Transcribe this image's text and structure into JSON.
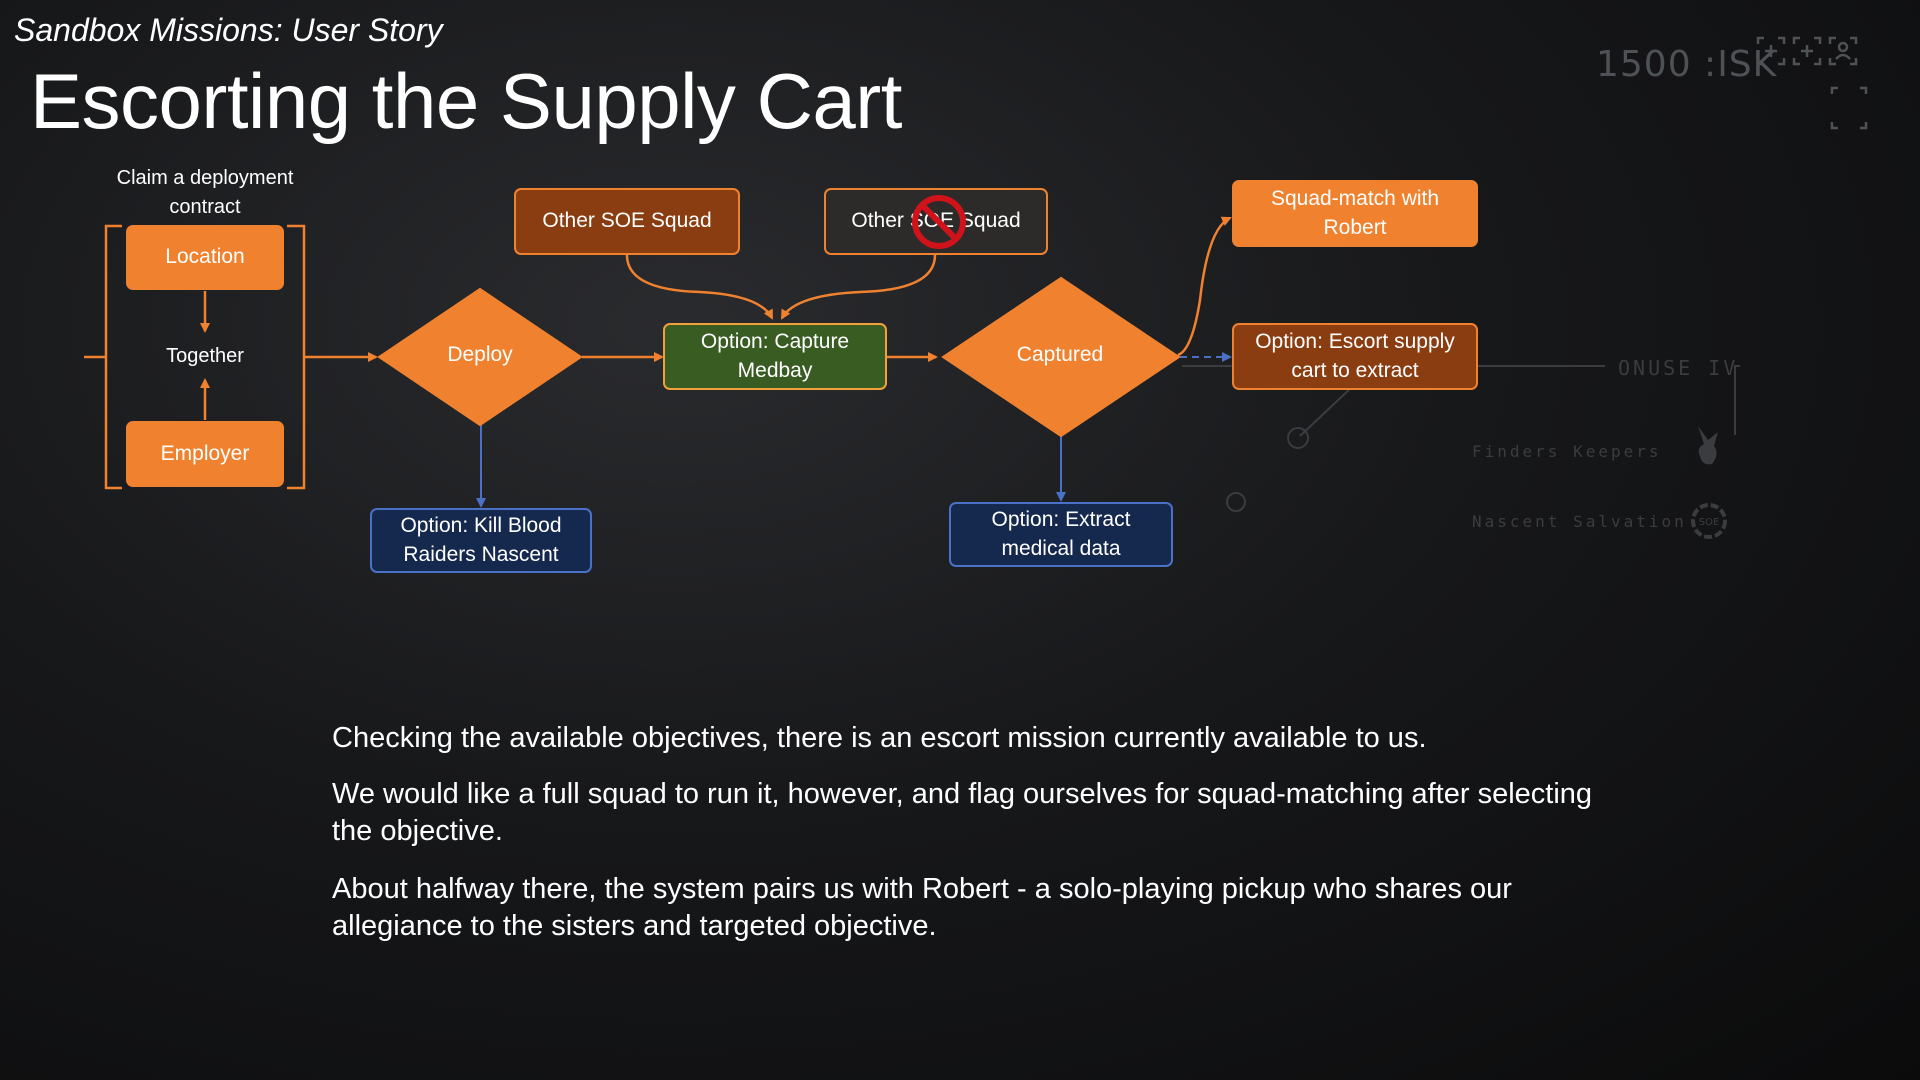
{
  "header": {
    "subtitle": "Sandbox Missions: User Story",
    "title": "Escorting the Supply Cart"
  },
  "hud": {
    "isk": "1500 :ISK",
    "location": "ONUSE IV",
    "item1": "Finders Keepers",
    "item2": "Nascent Salvation"
  },
  "diagram": {
    "claim_label": "Claim a deployment contract",
    "location": "Location",
    "together": "Together",
    "employer": "Employer",
    "deploy": "Deploy",
    "other_soe_1": "Other SOE Squad",
    "other_soe_2": "Other SOE Squad",
    "capture_medbay": "Option: Capture Medbay",
    "captured": "Captured",
    "squad_match": "Squad-match with Robert",
    "escort": "Option: Escort supply cart to extract",
    "kill_blood": "Option: Kill Blood Raiders Nascent",
    "extract_data": "Option: Extract medical data",
    "colors": {
      "orange": "#f0822f",
      "brown": "#8a3d10",
      "green": "#395c23",
      "blue": "#15284d",
      "blue_border": "#4a70c8",
      "prohibit": "#d0121b"
    }
  },
  "body": {
    "p1": "Checking the available objectives, there is an escort mission currently available to us.",
    "p2": "We would like a full squad to run it, however, and flag ourselves for squad-matching after selecting the objective.",
    "p3": "About halfway there, the system pairs us with Robert - a solo-playing pickup who shares our allegiance to the sisters and targeted objective."
  }
}
